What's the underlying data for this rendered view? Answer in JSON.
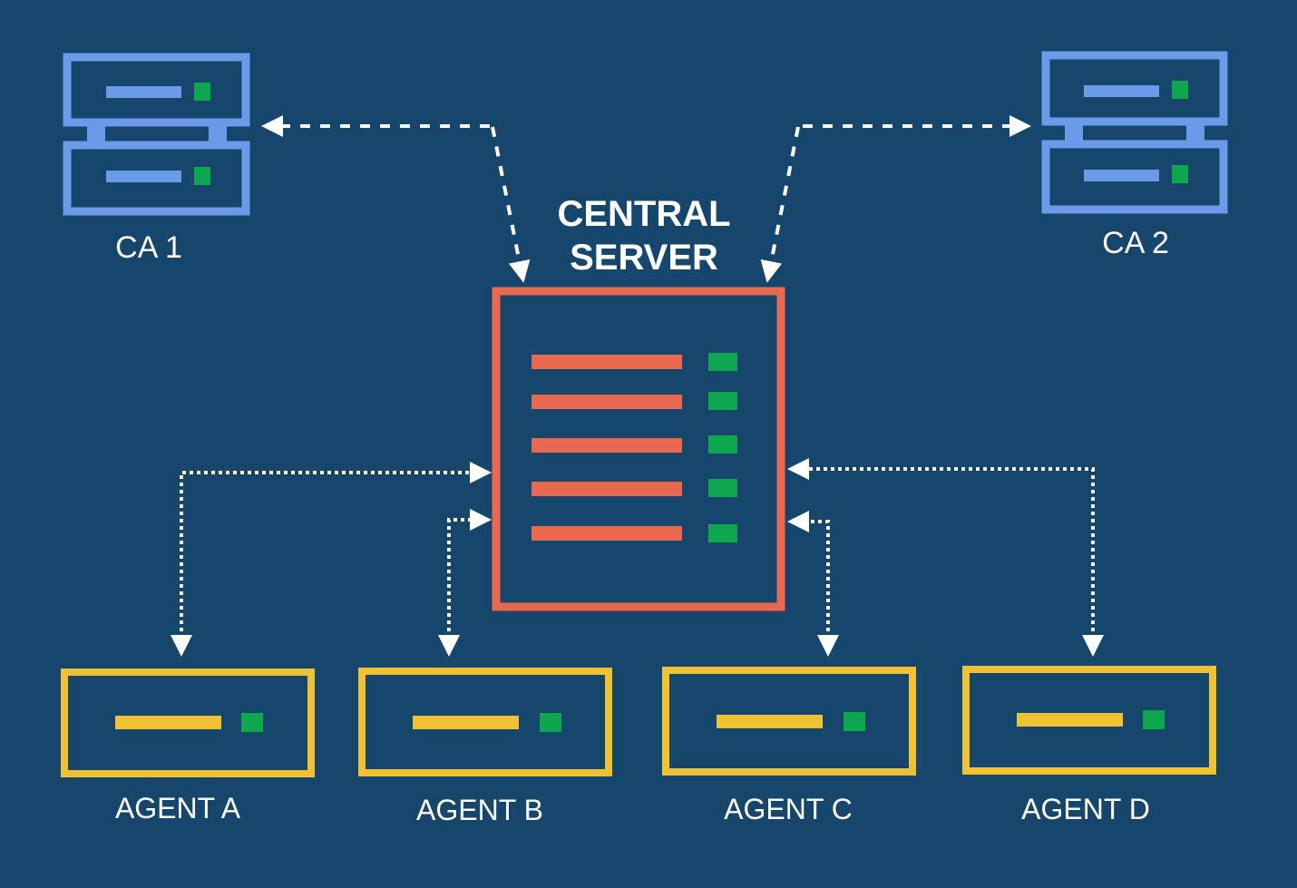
{
  "diagram": {
    "central_server": {
      "title_line1": "CENTRAL",
      "title_line2": "SERVER"
    },
    "certificate_authorities": [
      {
        "label": "CA 1"
      },
      {
        "label": "CA 2"
      }
    ],
    "agents": [
      {
        "label": "AGENT A"
      },
      {
        "label": "AGENT B"
      },
      {
        "label": "AGENT C"
      },
      {
        "label": "AGENT D"
      }
    ],
    "connections": [
      {
        "from": "CENTRAL SERVER",
        "to": "CA 1",
        "style": "dashed"
      },
      {
        "from": "CENTRAL SERVER",
        "to": "CA 2",
        "style": "dashed"
      },
      {
        "from": "CENTRAL SERVER",
        "to": "AGENT A",
        "style": "dotted",
        "bidirectional": true
      },
      {
        "from": "CENTRAL SERVER",
        "to": "AGENT B",
        "style": "dotted",
        "bidirectional": true
      },
      {
        "from": "CENTRAL SERVER",
        "to": "AGENT C",
        "style": "dotted",
        "bidirectional": true
      },
      {
        "from": "CENTRAL SERVER",
        "to": "AGENT D",
        "style": "dotted",
        "bidirectional": true
      }
    ],
    "colors": {
      "background": "#16466b",
      "server": "#e8694f",
      "ca": "#6b9be8",
      "agent": "#eec233",
      "status_led": "#0fa650",
      "connector": "#ffffff"
    }
  }
}
